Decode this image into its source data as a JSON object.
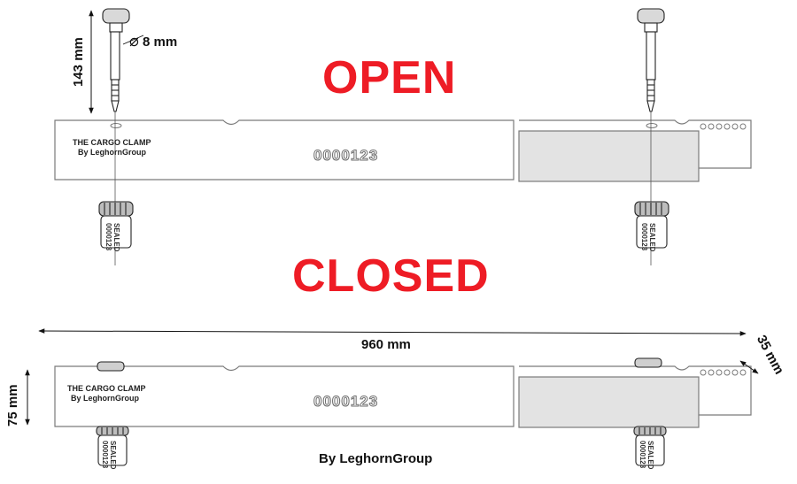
{
  "labels": {
    "open": "OPEN",
    "closed": "CLOSED",
    "bolt_height": "143 mm",
    "bolt_diameter": "8 mm",
    "diameter_symbol": "⌀",
    "length": "960 mm",
    "width": "35 mm",
    "height": "75 mm",
    "footer_brand": "By LeghornGroup"
  },
  "clamp": {
    "name": "THE CARGO CLAMP",
    "brand": "By LeghornGroup",
    "serial": "0000123"
  },
  "seal": {
    "text": "SEALED",
    "number": "0000123"
  },
  "colors": {
    "status": "#ee1c25",
    "outline": "#7a7a7a",
    "sleeve": "#e3e3e3"
  }
}
